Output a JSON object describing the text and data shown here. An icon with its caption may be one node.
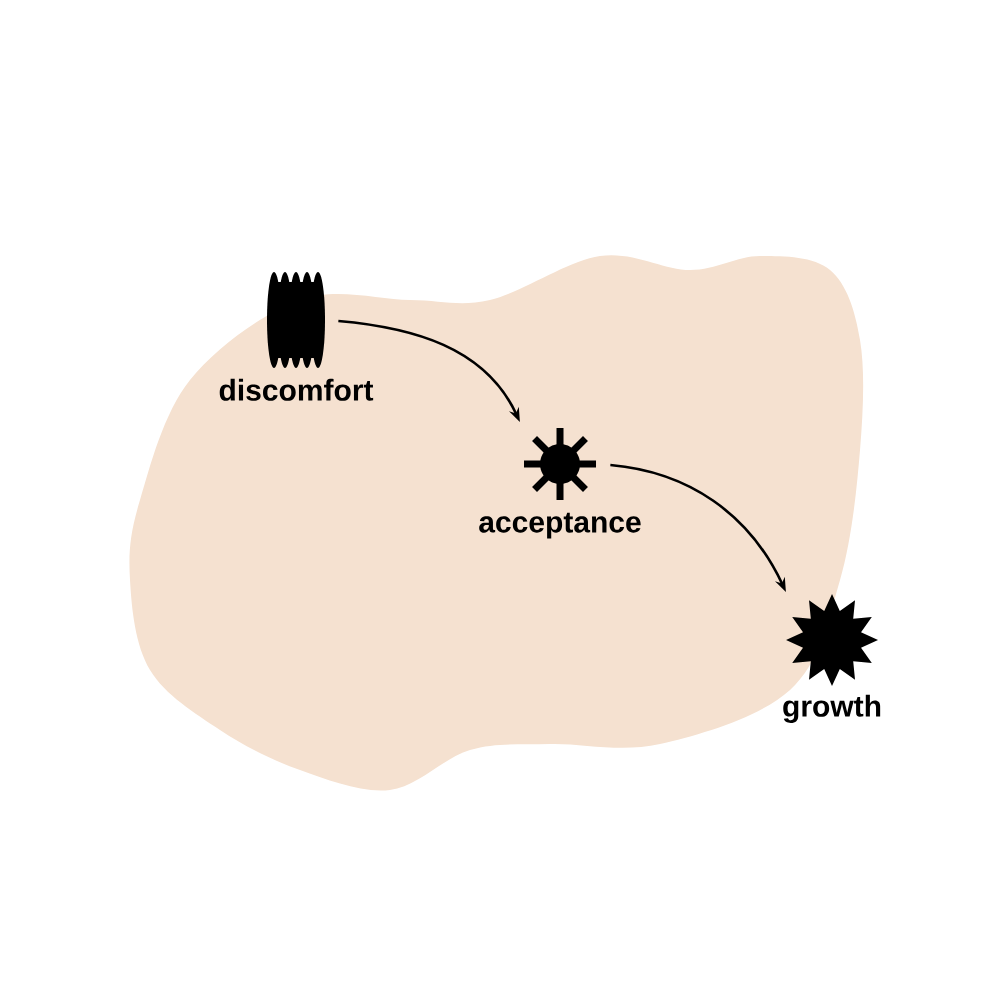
{
  "diagram": {
    "nodes": [
      {
        "text": [],
        "shape": "blob",
        "beside": [
          "discomfort"
        ]
      },
      {
        "text": [],
        "shape": "gear",
        "beside": [
          "acceptance"
        ]
      },
      {
        "text": [],
        "shape": "star",
        "beside": [
          "growth"
        ]
      }
    ],
    "edges": [
      {
        "from": 0,
        "to": 1,
        "arrow": "to"
      },
      {
        "from": 1,
        "to": 2,
        "arrow": "to"
      }
    ]
  }
}
